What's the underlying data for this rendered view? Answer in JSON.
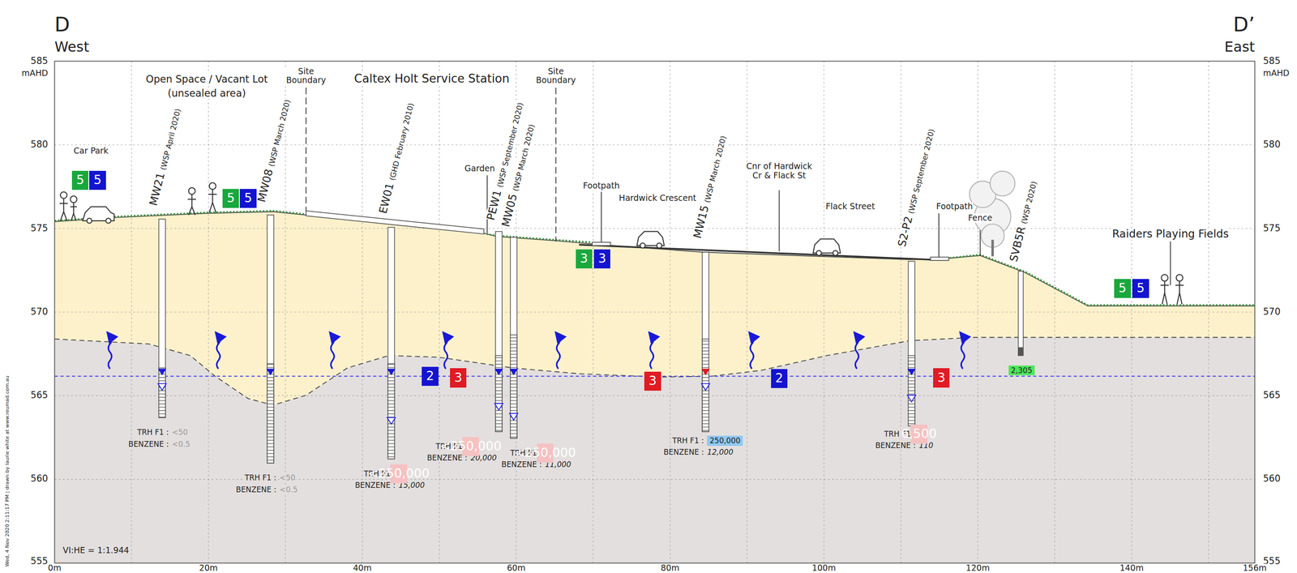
{
  "diagram": {
    "nodes": [
      {
        "text": [
          "5"
        ]
      },
      {
        "text": [
          "5"
        ]
      },
      {
        "text": [
          "5"
        ]
      },
      {
        "text": [
          "5"
        ]
      },
      {
        "text": [
          "3"
        ]
      },
      {
        "text": [
          "3"
        ]
      },
      {
        "text": [
          "2"
        ]
      },
      {
        "text": [
          "3"
        ]
      },
      {
        "text": [
          "<250,000"
        ]
      },
      {
        "text": [
          "<250,000"
        ]
      },
      {
        "text": [
          "<250,000"
        ]
      },
      {
        "text": [
          "3"
        ]
      },
      {
        "text": [
          "250,000"
        ]
      },
      {
        "text": [
          "2"
        ]
      },
      {
        "text": [
          "6,500"
        ]
      },
      {
        "text": [
          "3"
        ]
      },
      {
        "text": [
          "2,305"
        ]
      },
      {
        "text": [
          "5"
        ]
      },
      {
        "text": [
          "5"
        ]
      }
    ],
    "labels": [
      "D",
      "West",
      "D’",
      "East",
      "585",
      "mAHD",
      "580",
      "575",
      "570",
      "565",
      "560",
      "555",
      "585",
      "mAHD",
      "580",
      "575",
      "570",
      "565",
      "560",
      "555",
      "0m",
      "20m",
      "40m",
      "60m",
      "80m",
      "100m",
      "120m",
      "140m",
      "156m",
      "Car Park",
      "Open Space / Vacant Lot",
      "(unsealed area)",
      "Site Boundary",
      "Caltex Holt Service Station",
      "Site Boundary",
      "Garden",
      "Footpath",
      "Hardwick Crescent",
      "Cnr of Hardwick Cr & Flack St",
      "Flack Street",
      "Footpath",
      "Fence",
      "Raiders Playing Fields",
      "MW21",
      "(WSP April 2020)",
      "MW08",
      "(WSP March 2020)",
      "EW01",
      "(GHD February 2010)",
      "PEW1",
      "(WSP September 2020)",
      "MW05",
      "(WSP March 2020)",
      "MW15",
      "(WSP March 2020)",
      "S2-P2",
      "(WSP September 2020)",
      "SVB5R",
      "(WSP 2020)",
      "TRH F1 :",
      "<50",
      "BENZENE :",
      "<0.5",
      "TRH F1 :",
      "<50",
      "BENZENE :",
      "<0.5",
      "TRH F1 :",
      "BENZENE :",
      "15,000",
      "TRH F1 :",
      "BENZENE :",
      "20,000",
      "TRH F1 :",
      "BENZENE :",
      "11,000",
      "TRH F1 :",
      "BENZENE :",
      "12,000",
      "TRH F1 :",
      "BENZENE :",
      "110",
      "VI:HE = 1:1.944",
      "Wed, 4 Nov 2020  2:11:17 PM  |  drawn by laurie white at www.reumad.com.au"
    ]
  }
}
